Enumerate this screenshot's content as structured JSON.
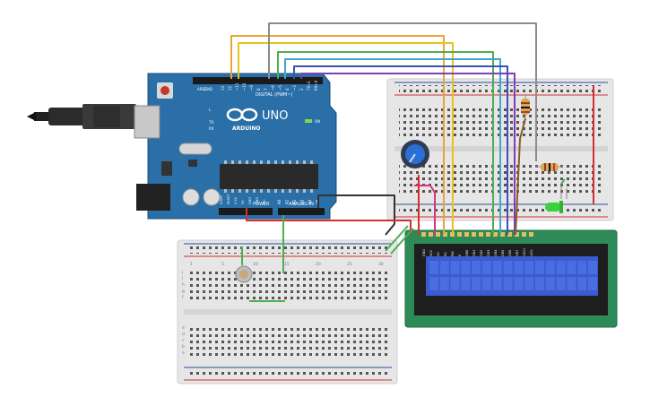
{
  "arduino": {
    "logo_text": "ARDUINO",
    "model": "UNO",
    "digital_label": "DIGITAL (PWM~)",
    "analog_label": "ANALOG IN",
    "power_label": "POWER",
    "on_label": "ON",
    "tx_label": "TX",
    "rx_label": "RX",
    "l_label": "L",
    "aref_label": "AREF",
    "gnd_label": "GND",
    "digital_pins": [
      "13",
      "12",
      "~11",
      "~10",
      "~9",
      "8",
      "7",
      "~6",
      "~5",
      "4",
      "~3",
      "2",
      "TX→1",
      "RX←0"
    ],
    "analog_pins": [
      "A0",
      "A1",
      "A2",
      "A3",
      "A4",
      "A5"
    ],
    "power_pins": [
      "IOREF",
      "RESET",
      "3.3V",
      "5V",
      "GND",
      "GND",
      "Vin"
    ]
  },
  "breadboard": {
    "row_letters_top": [
      "j",
      "i",
      "h",
      "g",
      "f"
    ],
    "row_letters_bottom": [
      "e",
      "d",
      "c",
      "b",
      "a"
    ],
    "column_numbers": [
      "1",
      "5",
      "10",
      "15",
      "20",
      "25",
      "30"
    ]
  },
  "lcd": {
    "pin_labels": [
      "GND",
      "VCC",
      "V0",
      "RS",
      "RW",
      "E",
      "DB0",
      "DB1",
      "DB2",
      "DB3",
      "DB4",
      "DB5",
      "DB6",
      "DB7",
      "LED+",
      "LED-"
    ]
  },
  "colors": {
    "board": "#2a6fa8",
    "board_dark": "#1f5a8c",
    "breadboard": "#e8e8e8",
    "rail_red": "#d0312d",
    "rail_blue": "#2a4f9c",
    "lcd_frame": "#2e8b57",
    "lcd_screen": "#3b5bd0",
    "wire_orange": "#e8a33a",
    "wire_yellow": "#e8c21f",
    "wire_green": "#4caf50",
    "wire_cyan": "#42a5c9",
    "wire_blue": "#3f51b5",
    "wire_purple": "#7e3fb5",
    "wire_gray": "#8c8c8c",
    "wire_black": "#333333",
    "wire_red": "#d32f2f",
    "wire_pink": "#d63384",
    "wire_brown": "#8b5a2b"
  },
  "icons": [
    "usb-cable-icon",
    "arduino-infinity-logo-icon",
    "potentiometer-icon",
    "resistor-icon",
    "led-icon",
    "photoresistor-icon"
  ]
}
